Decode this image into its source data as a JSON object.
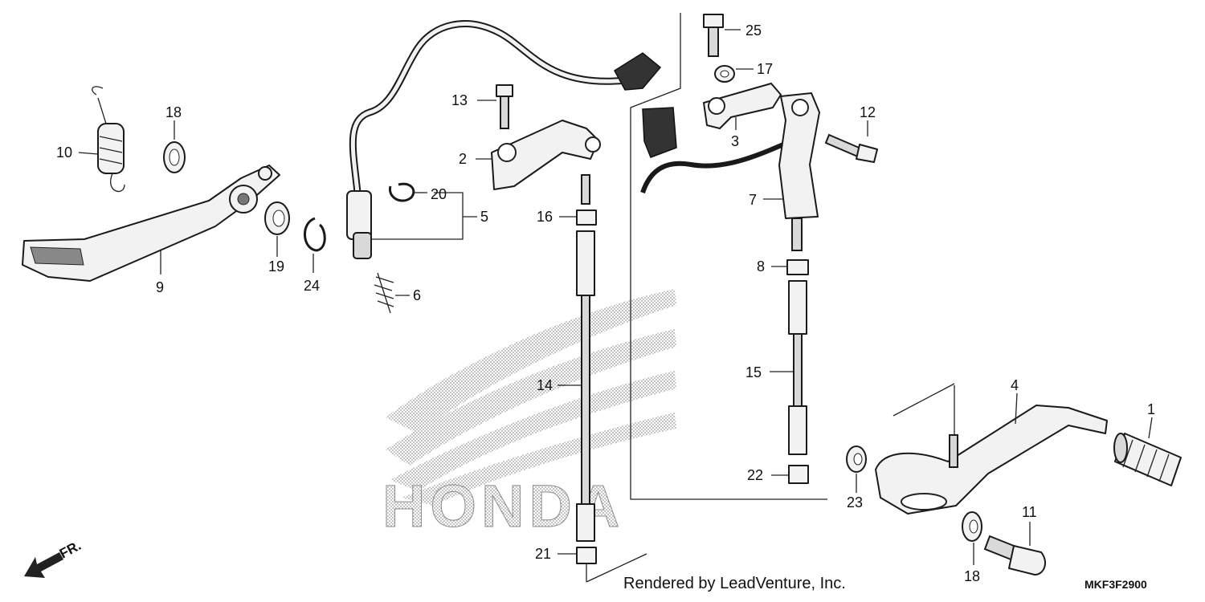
{
  "parts": [
    {
      "id": "1",
      "label": "1"
    },
    {
      "id": "2",
      "label": "2"
    },
    {
      "id": "3",
      "label": "3"
    },
    {
      "id": "4",
      "label": "4"
    },
    {
      "id": "5",
      "label": "5"
    },
    {
      "id": "6",
      "label": "6"
    },
    {
      "id": "7",
      "label": "7"
    },
    {
      "id": "8",
      "label": "8"
    },
    {
      "id": "9",
      "label": "9"
    },
    {
      "id": "10",
      "label": "10"
    },
    {
      "id": "11",
      "label": "11"
    },
    {
      "id": "12",
      "label": "12"
    },
    {
      "id": "13",
      "label": "13"
    },
    {
      "id": "14",
      "label": "14"
    },
    {
      "id": "15",
      "label": "15"
    },
    {
      "id": "16",
      "label": "16"
    },
    {
      "id": "17",
      "label": "17"
    },
    {
      "id": "18a",
      "label": "18"
    },
    {
      "id": "18b",
      "label": "18"
    },
    {
      "id": "19",
      "label": "19"
    },
    {
      "id": "20",
      "label": "20"
    },
    {
      "id": "21",
      "label": "21"
    },
    {
      "id": "22",
      "label": "22"
    },
    {
      "id": "23",
      "label": "23"
    },
    {
      "id": "24",
      "label": "24"
    },
    {
      "id": "25",
      "label": "25"
    }
  ],
  "footer": {
    "credit": "Rendered by LeadVenture, Inc.",
    "diagram_code": "MKF3F2900",
    "direction_label": "FR."
  },
  "watermark": {
    "text": "HONDA",
    "color": "#8c8c8c"
  }
}
